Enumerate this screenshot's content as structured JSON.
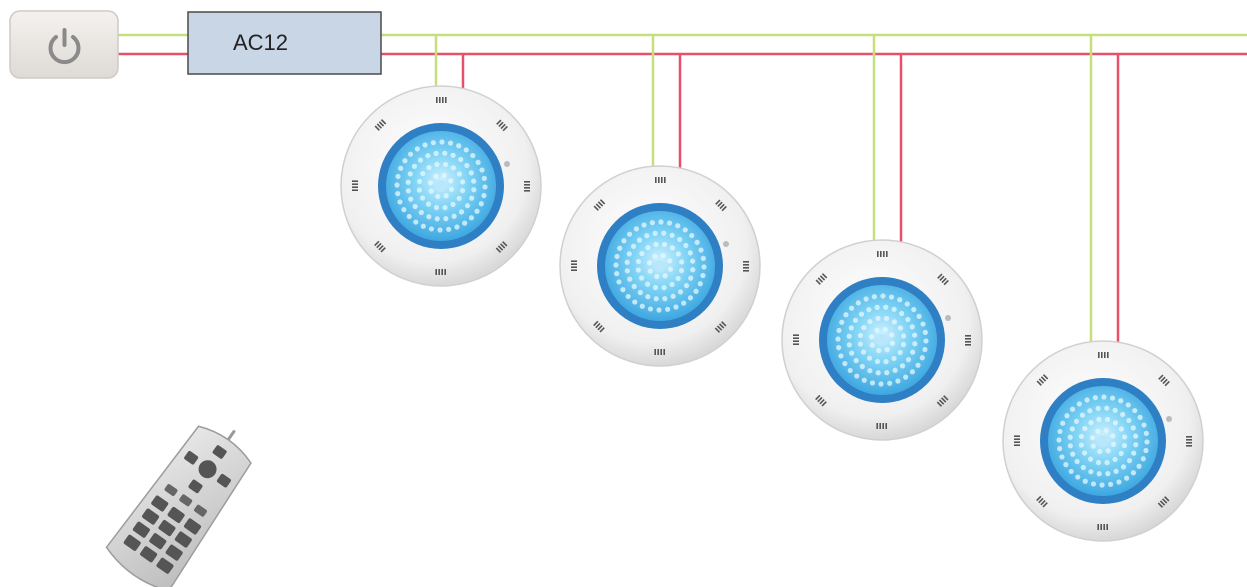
{
  "controller": {
    "label": "AC12"
  },
  "power_switch": {
    "icon": "power-icon"
  },
  "wires": {
    "green": "#c5e07a",
    "red": "#e8506a"
  },
  "colors": {
    "controller_fill": "#c9d6e6",
    "controller_stroke": "#4a4a4a",
    "lens_blue": "#5fc3ef",
    "lens_ring": "#2f7fc4",
    "housing": "#f1f1f1"
  },
  "lights": [
    {
      "name": "pool-light-1",
      "icon": "pool-light-icon"
    },
    {
      "name": "pool-light-2",
      "icon": "pool-light-icon"
    },
    {
      "name": "pool-light-3",
      "icon": "pool-light-icon"
    },
    {
      "name": "pool-light-4",
      "icon": "pool-light-icon"
    }
  ],
  "remote": {
    "icon": "remote-control-icon"
  }
}
